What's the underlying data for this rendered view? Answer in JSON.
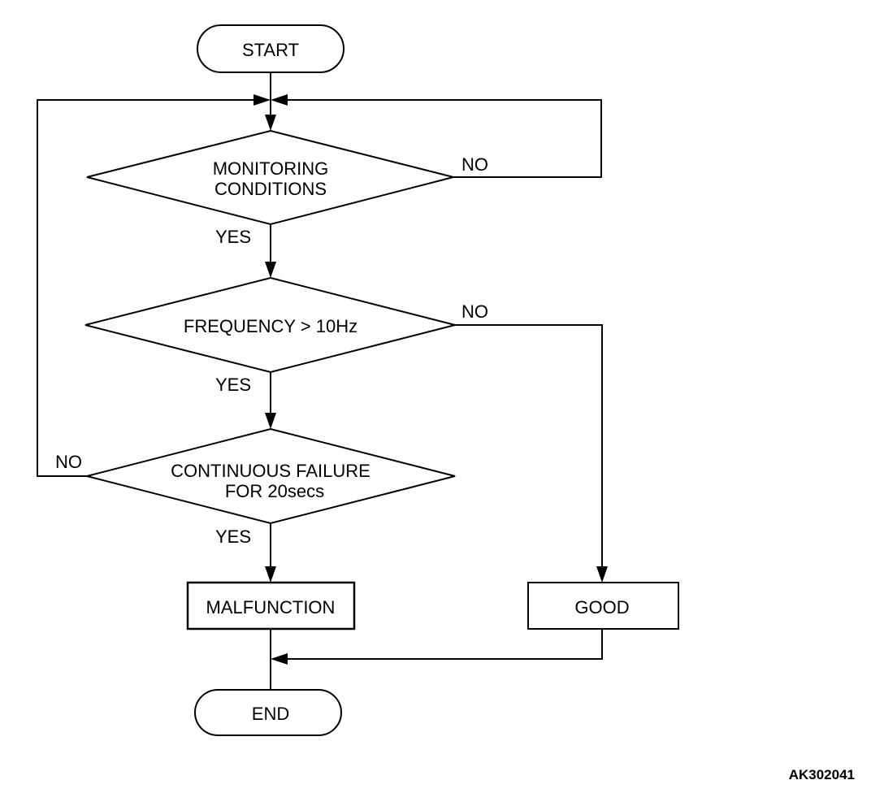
{
  "flowchart": {
    "start_label": "START",
    "end_label": "END",
    "decisions": [
      {
        "lines": [
          "MONITORING",
          "CONDITIONS"
        ],
        "yes_label": "YES",
        "no_label": "NO"
      },
      {
        "lines": [
          "FREQUENCY > 10Hz"
        ],
        "yes_label": "YES",
        "no_label": "NO"
      },
      {
        "lines": [
          "CONTINUOUS FAILURE",
          "FOR 20secs"
        ],
        "yes_label": "YES",
        "no_label": "NO"
      }
    ],
    "outcomes": {
      "malfunction_label": "MALFUNCTION",
      "good_label": "GOOD"
    }
  },
  "figure_code": "AK302041"
}
